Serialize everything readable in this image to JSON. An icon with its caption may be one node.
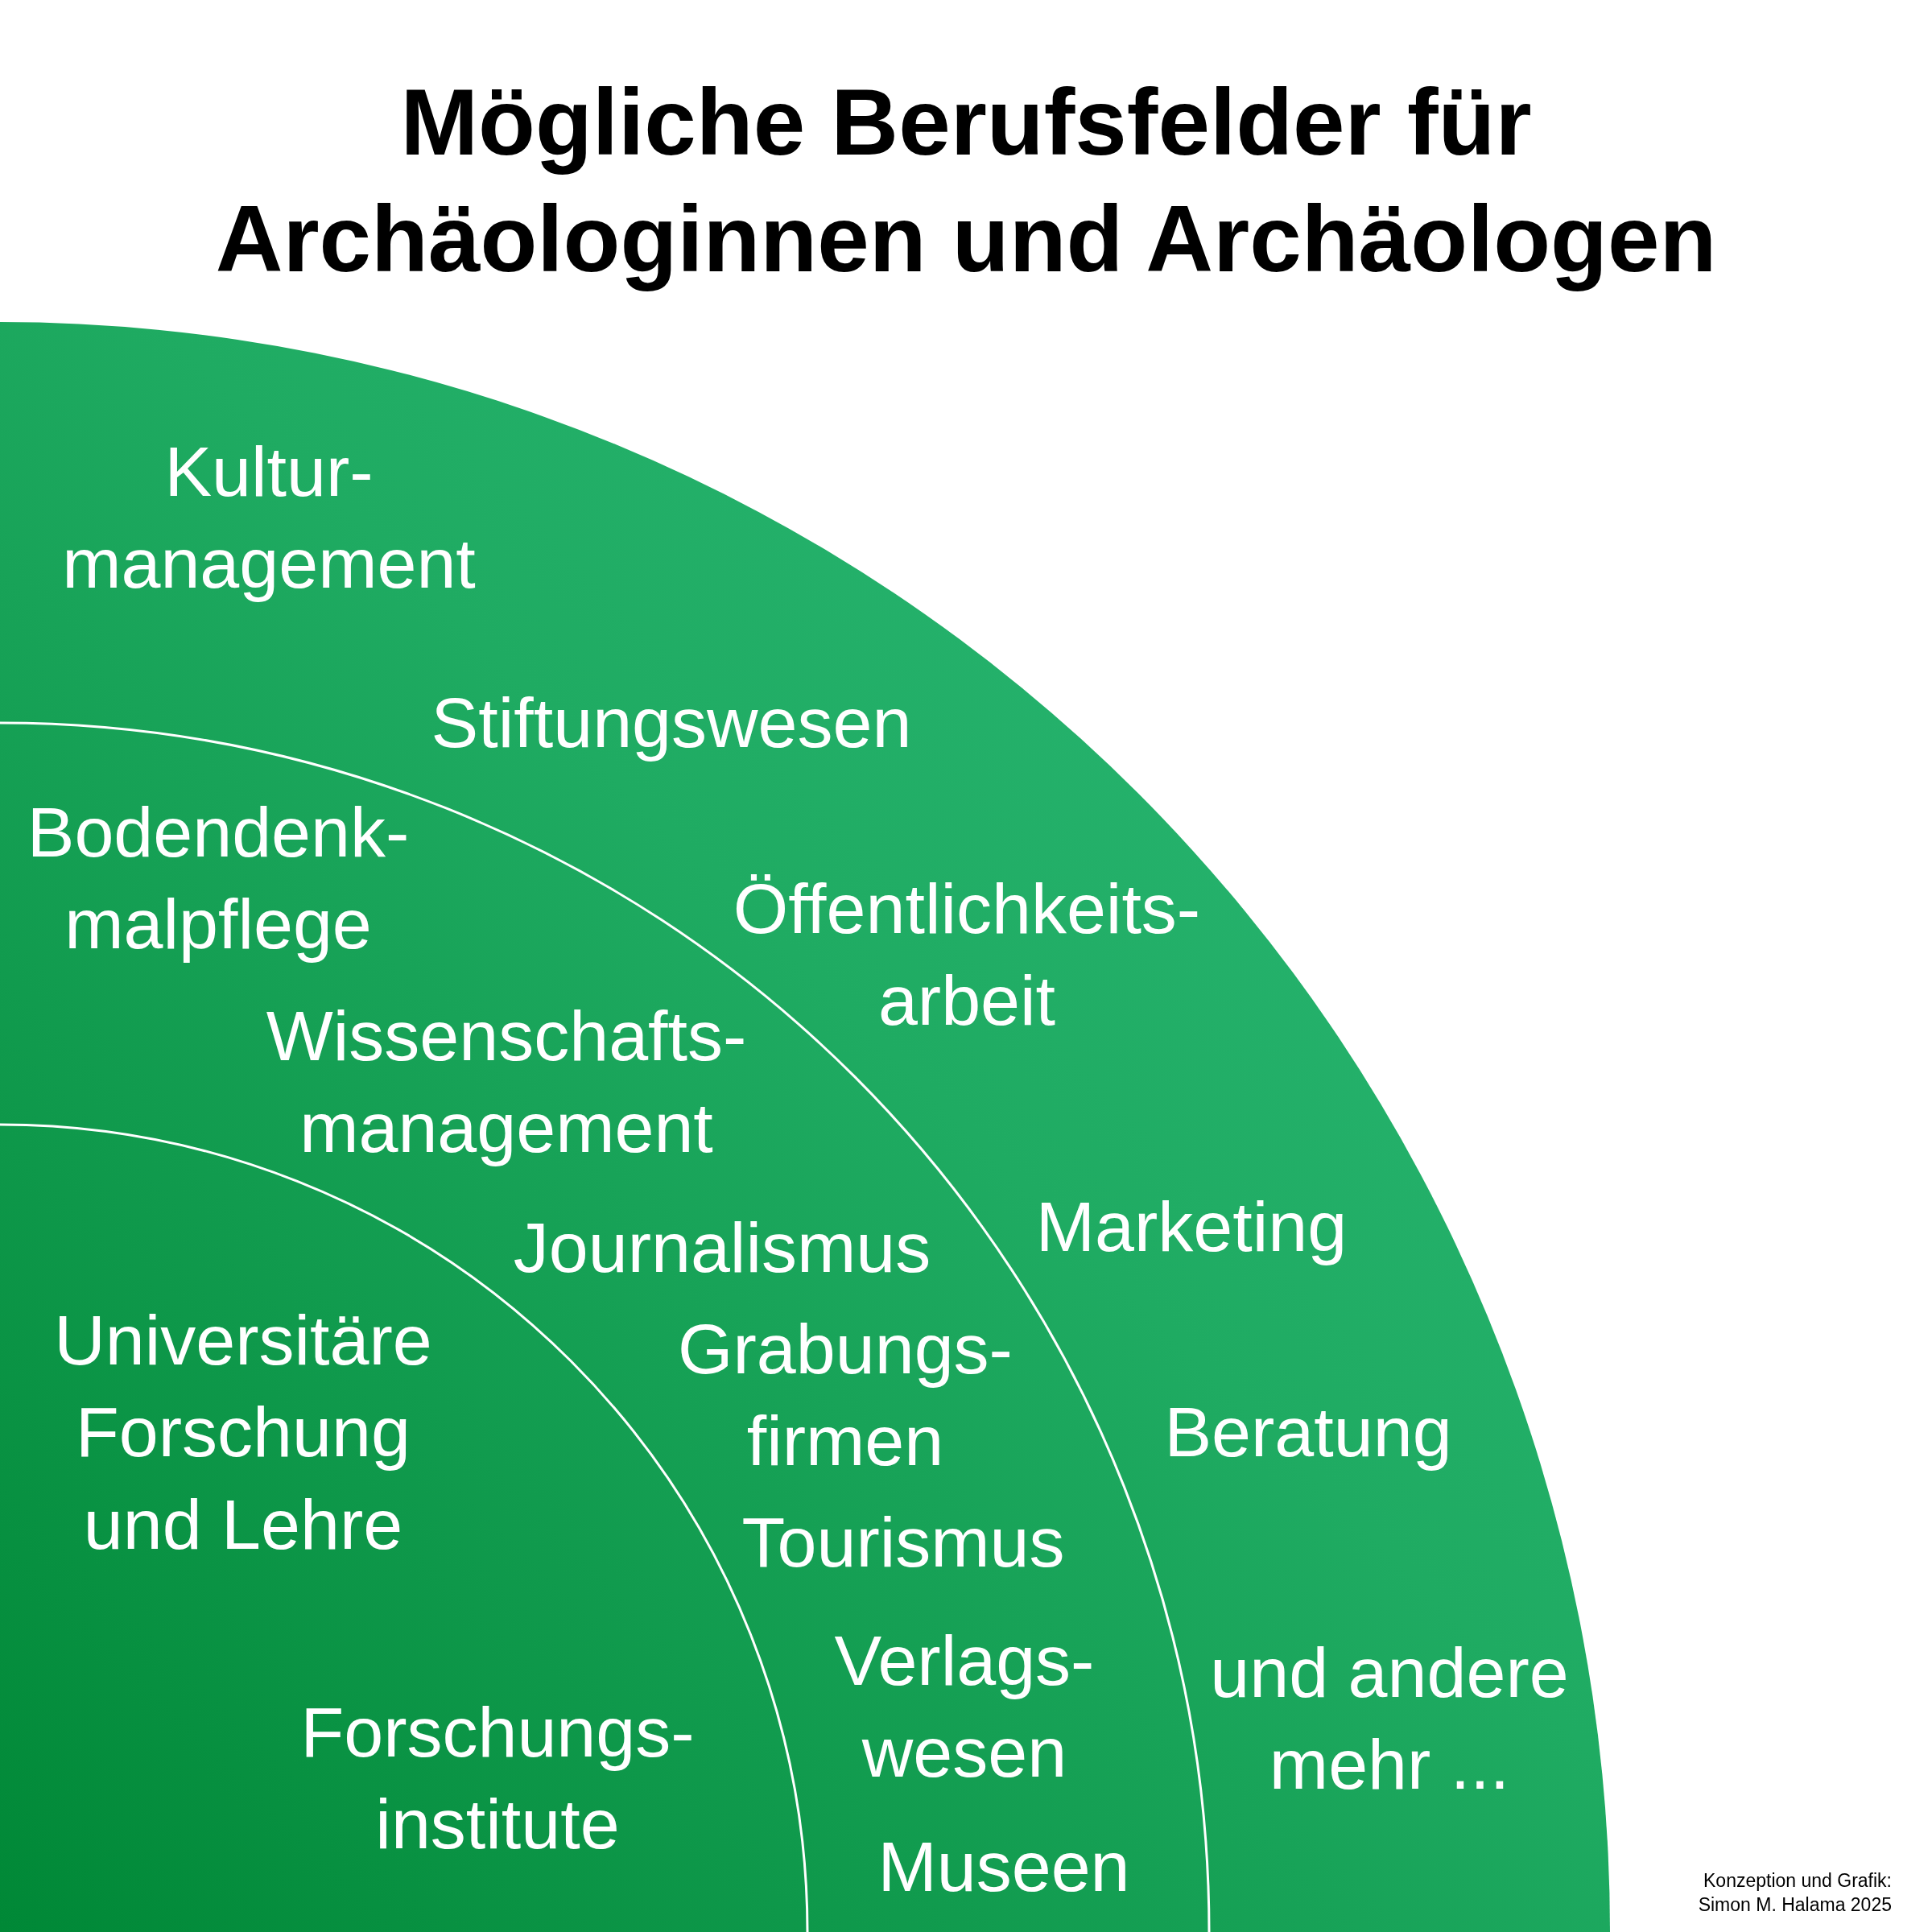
{
  "diagram": {
    "title": "Mögliche Berufsfelder für Archäologinnen und Archäologen",
    "nodes": [
      {
        "text": [
          "Kultur- management"
        ]
      },
      {
        "text": [
          "Stiftungswesen"
        ]
      },
      {
        "text": [
          "Bodendenk- malpflege"
        ]
      },
      {
        "text": [
          "Öffentlichkeits- arbeit"
        ]
      },
      {
        "text": [
          "Wissenschafts- management"
        ]
      },
      {
        "text": [
          "Journalismus"
        ]
      },
      {
        "text": [
          "Marketing"
        ]
      },
      {
        "text": [
          "Universitäre Forschung und Lehre"
        ]
      },
      {
        "text": [
          "Grabungs- firmen"
        ]
      },
      {
        "text": [
          "Beratung"
        ]
      },
      {
        "text": [
          "Tourismus"
        ]
      },
      {
        "text": [
          "Verlags- wesen"
        ]
      },
      {
        "text": [
          "und andere mehr ..."
        ]
      },
      {
        "text": [
          "Forschungs- institute"
        ]
      },
      {
        "text": [
          "Museen"
        ]
      }
    ],
    "labels": [
      "Konzeption und Grafik: Simon M. Halama 2025"
    ]
  }
}
